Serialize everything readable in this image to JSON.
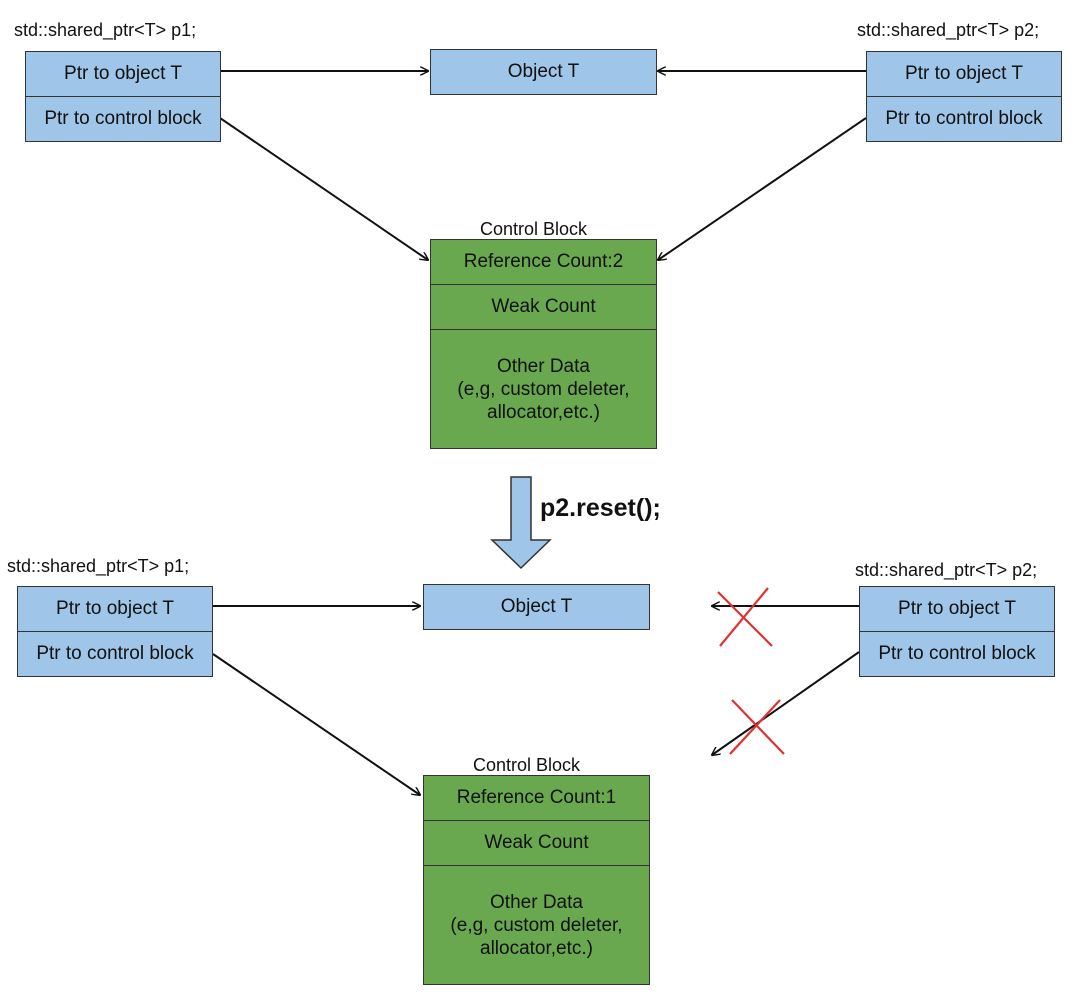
{
  "top": {
    "p1_label": "std::shared_ptr<T> p1;",
    "p2_label": "std::shared_ptr<T> p2;",
    "p1_obj": "Ptr to object T",
    "p1_ctrl": "Ptr to control block",
    "p2_obj": "Ptr to object T",
    "p2_ctrl": "Ptr to control block",
    "object": "Object T",
    "cb_title": "Control Block",
    "ref_count": "Reference Count:2",
    "weak_count": "Weak Count",
    "other_1": "Other Data",
    "other_2": "(e,g, custom deleter,",
    "other_3": "allocator,etc.)"
  },
  "transition": {
    "label": "p2.reset();"
  },
  "bottom": {
    "p1_label": "std::shared_ptr<T> p1;",
    "p2_label": "std::shared_ptr<T> p2;",
    "p1_obj": "Ptr to object T",
    "p1_ctrl": "Ptr to control block",
    "p2_obj": "Ptr to object T",
    "p2_ctrl": "Ptr to control block",
    "object": "Object T",
    "cb_title": "Control Block",
    "ref_count": "Reference Count:1",
    "weak_count": "Weak Count",
    "other_1": "Other Data",
    "other_2": "(e,g, custom deleter,",
    "other_3": "allocator,etc.)"
  },
  "colors": {
    "pointer_fill": "#9fc5e8",
    "control_block_fill": "#6aa84f",
    "broken_link_mark": "#e03030",
    "transition_arrow_fill": "#9fc5e8"
  }
}
